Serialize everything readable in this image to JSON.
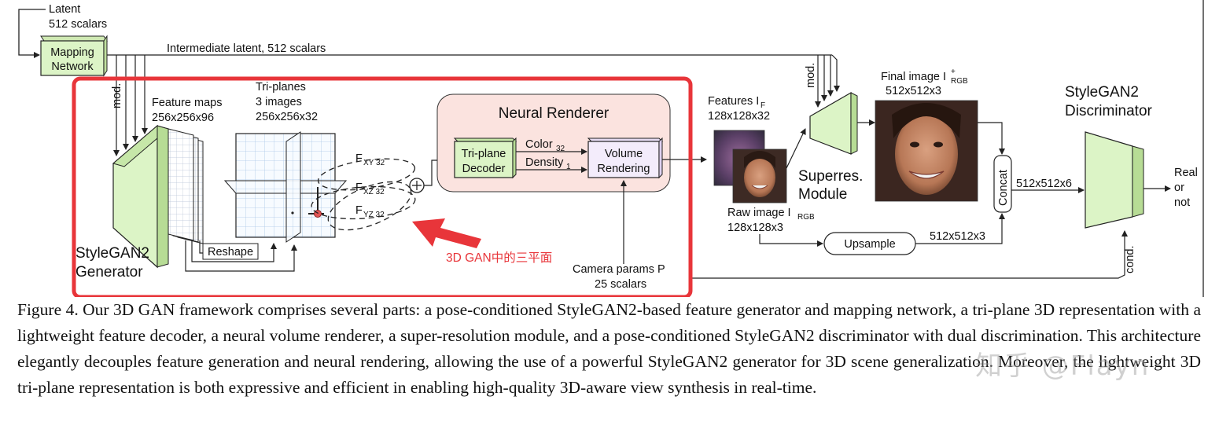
{
  "figure": {
    "latent_label": "Latent",
    "latent_size": "512 scalars",
    "mapping_network": [
      "Mapping",
      "Network"
    ],
    "intermediate_latent": "Intermediate latent, 512 scalars",
    "mod_label": "mod.",
    "feature_maps_label": "Feature maps",
    "feature_maps_size": "256x256x96",
    "triplanes_label": "Tri-planes",
    "triplanes_images": "3 images",
    "triplanes_size": "256x256x32",
    "generator_label": [
      "StyleGAN2",
      "Generator"
    ],
    "reshape_label": "Reshape",
    "fxy": "F",
    "fxy_sub": "XY 32",
    "fxz": "F",
    "fxz_sub": "XZ 32",
    "fyz": "F",
    "fyz_sub": "YZ 32",
    "neural_renderer_title": "Neural Renderer",
    "triplane_decoder": [
      "Tri-plane",
      "Decoder"
    ],
    "color_label": "Color",
    "color_sub": "32",
    "density_label": "Density",
    "density_sub": "1",
    "volume_rendering": [
      "Volume",
      "Rendering"
    ],
    "camera_params": "Camera params P",
    "camera_size": "25 scalars",
    "features_if": "Features I",
    "features_if_sub": "F",
    "features_size": "128x128x32",
    "raw_image": "Raw image I",
    "raw_image_sub": "RGB",
    "raw_size": "128x128x3",
    "superres": [
      "Superres.",
      "Module"
    ],
    "final_image": "Final image I",
    "final_image_sup": "+",
    "final_image_sub": "RGB",
    "final_size": "512x512x3",
    "upsample": "Upsample",
    "upsample_size": "512x512x3",
    "concat": "Concat",
    "concat_size": "512x512x6",
    "discriminator": [
      "StyleGAN2",
      "Discriminator"
    ],
    "output": [
      "Real",
      "or",
      "not"
    ],
    "cond_label": "cond.",
    "annotation": "3D GAN中的三平面"
  },
  "caption": "Figure 4.  Our 3D GAN framework comprises several parts: a pose-conditioned StyleGAN2-based feature generator and mapping network, a tri-plane 3D representation with a lightweight feature decoder, a neural volume renderer, a super-resolution module, and a pose-conditioned StyleGAN2 discriminator with dual discrimination. This architecture elegantly decouples feature generation and neural rendering, allowing the use of a powerful StyleGAN2 generator for 3D scene generalization. Moreover, the lightweight 3D tri-plane representation is both expressive and efficient in enabling high-quality 3D-aware view synthesis in real-time.",
  "watermark": "知乎 @Flayn",
  "colors": {
    "green_fill": "#dcf4c6",
    "renderer_fill": "#fbe3df",
    "volume_fill": "#f3ecfb",
    "highlight_red": "#e8353a",
    "grid_blue": "#a9c6e6"
  }
}
